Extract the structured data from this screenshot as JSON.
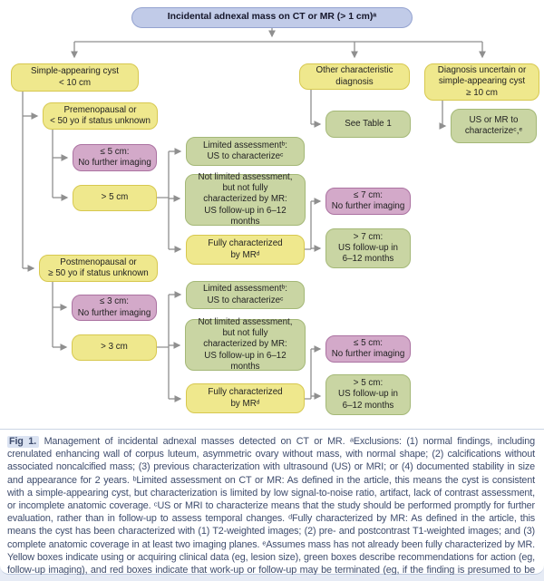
{
  "nodes": {
    "root": {
      "label": "Incidental adnexal mass on CT or MR (> 1 cm)ᵃ",
      "kind": "start"
    },
    "simple_cyst": {
      "label": "Simple-appearing cyst\n< 10 cm",
      "kind": "yellow"
    },
    "other_dx": {
      "label": "Other characteristic\ndiagnosis",
      "kind": "yellow"
    },
    "dx_uncertain": {
      "label": "Diagnosis uncertain or\nsimple-appearing cyst\n≥ 10 cm",
      "kind": "yellow"
    },
    "see_table": {
      "label": "See Table 1",
      "kind": "green"
    },
    "us_mr_char": {
      "label": "US or MR to\ncharacterizeᶜ,ᵉ",
      "kind": "green"
    },
    "premeno": {
      "label": "Premenopausal or\n< 50 yo if status unknown",
      "kind": "yellow"
    },
    "pre_le5": {
      "label": "≤ 5 cm:\nNo further imaging",
      "kind": "red"
    },
    "pre_gt5": {
      "label": "> 5 cm",
      "kind": "yellow"
    },
    "pre_limited": {
      "label": "Limited assessmentᵇ:\nUS to characterizeᶜ",
      "kind": "green"
    },
    "pre_not_limited": {
      "label": "Not limited assessment,\nbut not fully\ncharacterized by MR:\nUS follow-up in 6–12 months",
      "kind": "green"
    },
    "pre_fully": {
      "label": "Fully characterized\nby MRᵈ",
      "kind": "yellow"
    },
    "le7": {
      "label": "≤ 7 cm:\nNo further imaging",
      "kind": "red"
    },
    "gt7": {
      "label": "> 7 cm:\nUS follow-up in\n6–12 months",
      "kind": "green"
    },
    "postmeno": {
      "label": "Postmenopausal or\n≥ 50 yo if status unknown",
      "kind": "yellow"
    },
    "post_le3": {
      "label": "≤ 3 cm:\nNo further imaging",
      "kind": "red"
    },
    "post_gt3": {
      "label": "> 3 cm",
      "kind": "yellow"
    },
    "post_limited": {
      "label": "Limited assessmentᵇ:\nUS to characterizeᶜ",
      "kind": "green"
    },
    "post_not_limited": {
      "label": "Not limited assessment,\nbut not fully\ncharacterized by MR:\nUS follow-up in 6–12 months",
      "kind": "green"
    },
    "post_fully": {
      "label": "Fully characterized\nby MRᵈ",
      "kind": "yellow"
    },
    "post_le5": {
      "label": "≤ 5 cm:\nNo further imaging",
      "kind": "red"
    },
    "post_gt5": {
      "label": "> 5 cm:\nUS follow-up in\n6–12 months",
      "kind": "green"
    }
  },
  "caption": {
    "label": "Fig 1.",
    "text": "Management of incidental adnexal masses detected on CT or MR. ᵃExclusions: (1) normal findings, including crenulated enhancing wall of corpus luteum, asymmetric ovary without mass, with normal shape; (2) calcifications without associated noncalcified mass; (3) previous characterization with ultrasound (US) or MRI; or (4) documented stability in size and appearance for 2 years. ᵇLimited assessment on CT or MR: As defined in the article, this means the cyst is consistent with a simple-appearing cyst, but characterization is limited by low signal-to-noise ratio, artifact, lack of contrast assessment, or incomplete anatomic coverage. ᶜUS or MRI to characterize means that the study should be performed promptly for further evaluation, rather than in follow-up to assess temporal changes. ᵈFully characterized by MR: As defined in the article, this means the cyst has been characterized with (1) T2-weighted images; (2) pre- and postcontrast T1-weighted images; and (3) complete anatomic coverage in at least two imaging planes. ᵉAssumes mass has not already been fully characterized by MR. Yellow boxes indicate using or acquiring clinical data (eg, lesion size), green boxes describe recommendations for action (eg, follow-up imaging), and red boxes indicate that work-up or follow-up may be terminated (eg, if the finding is presumed to be benign)."
  },
  "colors": {
    "start_fill": "#c1cbe8",
    "start_border": "#94a3d0",
    "yellow_fill": "#efe88d",
    "yellow_border": "#d7c84f",
    "green_fill": "#c9d5a3",
    "green_border": "#a4b877",
    "red_fill": "#d3a9c9",
    "red_border": "#ab72a1",
    "connector": "#8f8f8f",
    "caption_color": "#3e4c6d"
  }
}
